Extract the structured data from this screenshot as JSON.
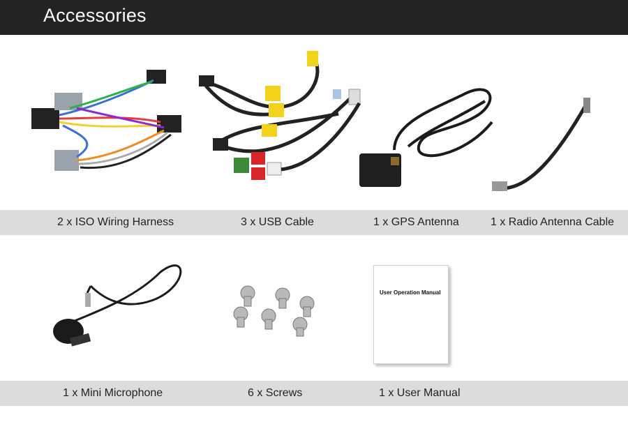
{
  "header": {
    "title": "Accessories",
    "background": "#232323"
  },
  "row1": [
    {
      "label": "2 x ISO Wiring Harness"
    },
    {
      "label": "3 x USB Cable"
    },
    {
      "label": "1 x GPS Antenna"
    },
    {
      "label": "1 x Radio Antenna Cable"
    }
  ],
  "row2": [
    {
      "label": "1 x Mini Microphone"
    },
    {
      "label": "6 x Screws"
    },
    {
      "label": "1 x User Manual"
    }
  ],
  "manual": {
    "cover_text": "User Operation Manual"
  },
  "colors": {
    "label_bar": "#dcdcdc",
    "accent_yellow": "#f2d21b",
    "accent_red": "#d9262a"
  }
}
